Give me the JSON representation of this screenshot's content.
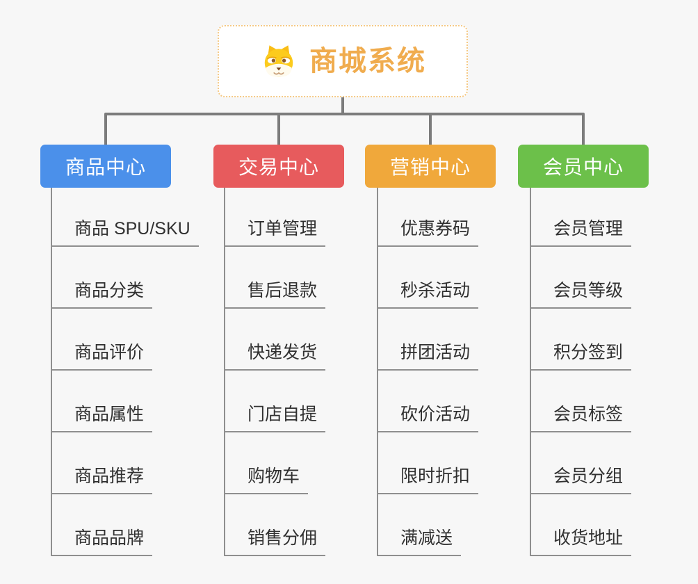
{
  "root": {
    "title": "商城系统",
    "icon": "dog-face-icon",
    "accent_color": "#F0AC4E",
    "border_color": "#F5C985"
  },
  "branches": [
    {
      "label": "商品中心",
      "color": "#4B90EA",
      "items": [
        "商品 SPU/SKU",
        "商品分类",
        "商品评价",
        "商品属性",
        "商品推荐",
        "商品品牌"
      ]
    },
    {
      "label": "交易中心",
      "color": "#E75B5D",
      "items": [
        "订单管理",
        "售后退款",
        "快递发货",
        "门店自提",
        "购物车",
        "销售分佣"
      ]
    },
    {
      "label": "营销中心",
      "color": "#F0A83B",
      "items": [
        "优惠券码",
        "秒杀活动",
        "拼团活动",
        "砍价活动",
        "限时折扣",
        "满减送"
      ]
    },
    {
      "label": "会员中心",
      "color": "#6CC04A",
      "items": [
        "会员管理",
        "会员等级",
        "积分签到",
        "会员标签",
        "会员分组",
        "收货地址"
      ]
    }
  ],
  "colors": {
    "background": "#F7F7F7",
    "connector": "#7C7C7C",
    "leaf_line": "#8F8F8F",
    "leaf_text": "#303030",
    "header_text": "#FFFFFF"
  }
}
